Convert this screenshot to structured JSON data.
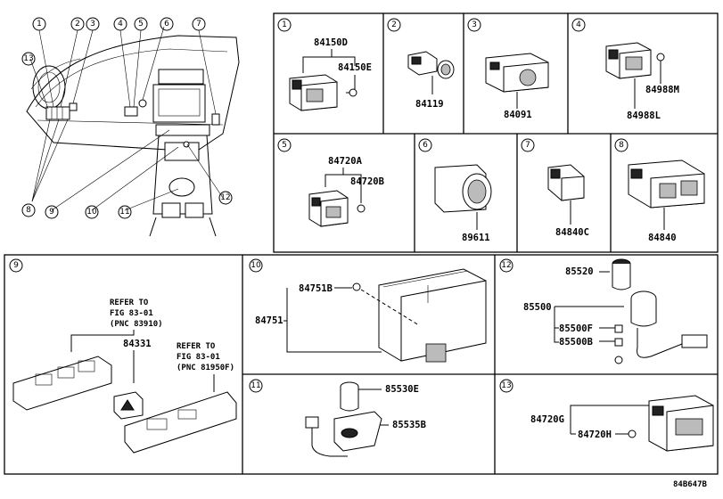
{
  "diagram_code": "84B647B",
  "overview": {
    "callouts": [
      "1",
      "2",
      "3",
      "4",
      "5",
      "6",
      "7",
      "8",
      "9",
      "10",
      "11",
      "12",
      "13"
    ]
  },
  "panels": {
    "p1": {
      "num": "1",
      "parts": [
        "84150D",
        "84150E"
      ]
    },
    "p2": {
      "num": "2",
      "parts": [
        "84119"
      ]
    },
    "p3": {
      "num": "3",
      "parts": [
        "84091"
      ]
    },
    "p4": {
      "num": "4",
      "parts": [
        "84988M",
        "84988L"
      ]
    },
    "p5": {
      "num": "5",
      "parts": [
        "84720A",
        "84720B"
      ]
    },
    "p6": {
      "num": "6",
      "parts": [
        "89611"
      ]
    },
    "p7": {
      "num": "7",
      "parts": [
        "84840C"
      ]
    },
    "p8": {
      "num": "8",
      "parts": [
        "84840"
      ]
    },
    "p9": {
      "num": "9",
      "parts": [
        "84331"
      ],
      "note_a": [
        "REFER TO",
        "FIG 83-01",
        "(PNC 83910)"
      ],
      "note_b": [
        "REFER TO",
        "FIG 83-01",
        "(PNC 81950F)"
      ]
    },
    "p10": {
      "num": "10",
      "parts": [
        "84751B",
        "84751"
      ]
    },
    "p11": {
      "num": "11",
      "parts": [
        "85530E",
        "85535B"
      ]
    },
    "p12": {
      "num": "12",
      "parts": [
        "85520",
        "85500",
        "85500F",
        "85500B"
      ]
    },
    "p13": {
      "num": "13",
      "parts": [
        "84720G",
        "84720H"
      ]
    }
  }
}
